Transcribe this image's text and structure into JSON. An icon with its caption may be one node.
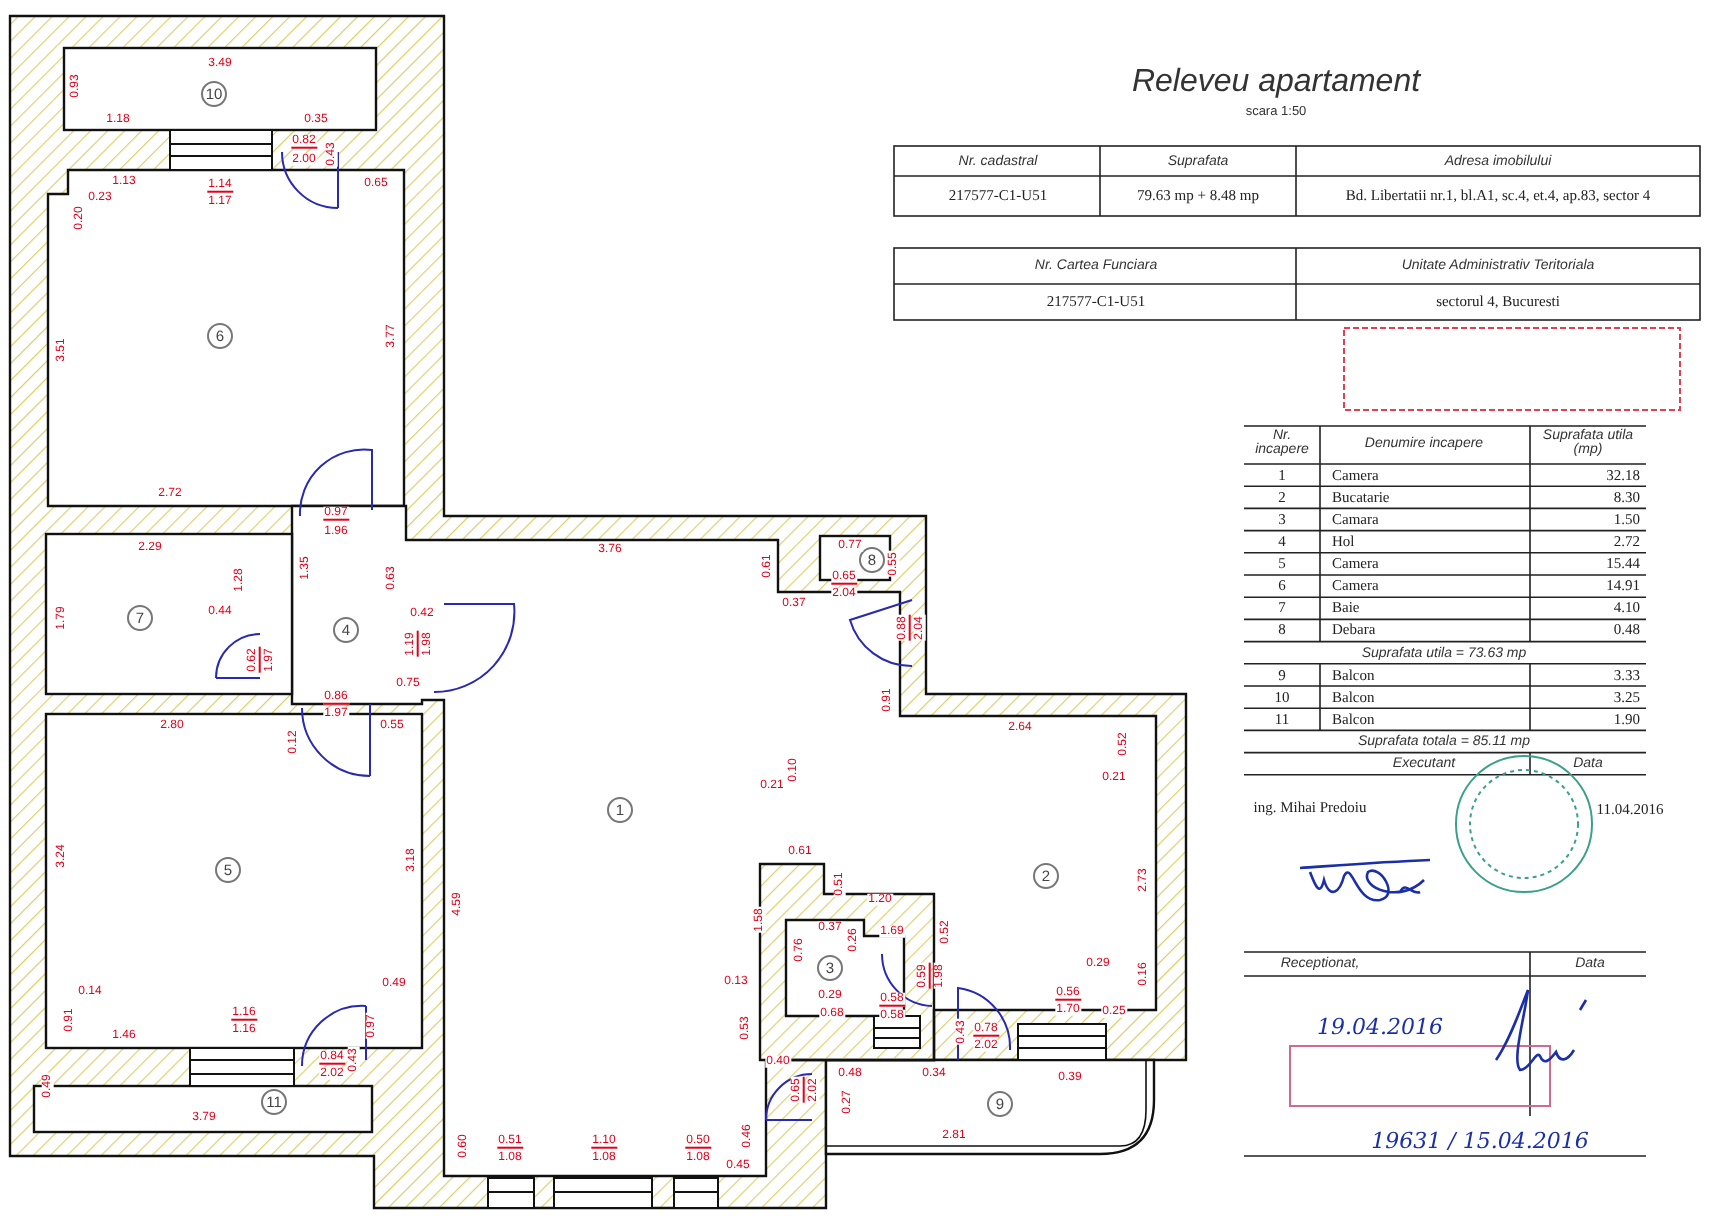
{
  "diagram": {
    "title": "Releveu apartament",
    "labels": [
      "scara 1:50",
      "Nr. cadastral",
      "Suprafata",
      "Adresa imobilului",
      "217577-C1-U51",
      "79.63 mp + 8.48 mp",
      "Bd. Libertatii nr.1, bl.A1, sc.4, et.4, ap.83, sector 4",
      "Nr. Cartea Funciara",
      "Unitate Administrativ Teritoriala",
      "217577-C1-U51",
      "sectorul 4, Bucuresti",
      "Nr. incapere",
      "Denumire incapere",
      "Suprafata utila (mp)",
      "1",
      "Camera",
      "32.18",
      "2",
      "Bucatarie",
      "8.30",
      "3",
      "Camara",
      "1.50",
      "4",
      "Hol",
      "2.72",
      "5",
      "Camera",
      "15.44",
      "6",
      "Camera",
      "14.91",
      "7",
      "Baie",
      "4.10",
      "8",
      "Debara",
      "0.48",
      "Suprafata utila = 73.63 mp",
      "9",
      "Balcon",
      "3.33",
      "10",
      "Balcon",
      "3.25",
      "11",
      "Balcon",
      "1.90",
      "Suprafata totala = 85.11 mp",
      "Executant",
      "Data",
      "ing. Mihai Predoiu",
      "11.04.2016",
      "Receptionat,",
      "Data",
      "19.04.2016",
      "19631 / 15.04.2016",
      "10",
      "6",
      "8",
      "7",
      "4",
      "1",
      "2",
      "5",
      "3",
      "11",
      "9",
      "3.49",
      "0.93",
      "1.18",
      "0.35",
      "0.82",
      "2.00",
      "0.43",
      "1.13",
      "1.14",
      "1.17",
      "0.65",
      "0.23",
      "0.20",
      "3.77",
      "3.51",
      "2.72",
      "0.97",
      "1.96",
      "2.29",
      "3.76",
      "0.77",
      "1.28",
      "1.35",
      "0.63",
      "0.61",
      "0.65",
      "2.04",
      "0.55",
      "1.79",
      "0.44",
      "0.42",
      "0.37",
      "0.88",
      "2.04",
      "1.19",
      "1.98",
      "0.62",
      "1.97",
      "0.75",
      "0.86",
      "1.97",
      "0.91",
      "2.80",
      "0.12",
      "0.55",
      "2.64",
      "0.52",
      "0.21",
      "0.10",
      "0.21",
      "3.24",
      "3.18",
      "0.61",
      "0.51",
      "2.73",
      "4.59",
      "1.20",
      "1.58",
      "0.76",
      "0.37",
      "0.26",
      "1.69",
      "0.52",
      "0.14",
      "0.49",
      "0.13",
      "0.29",
      "0.58",
      "0.58",
      "0.59",
      "1.98",
      "0.56",
      "1.70",
      "0.29",
      "0.16",
      "0.91",
      "1.46",
      "1.16",
      "1.16",
      "0.97",
      "0.53",
      "0.68",
      "0.43",
      "0.78",
      "2.02",
      "0.25",
      "0.49",
      "0.84",
      "2.02",
      "0.43",
      "0.40",
      "0.65",
      "2.02",
      "0.27",
      "0.48",
      "0.34",
      "0.39",
      "3.79",
      "0.60",
      "0.51",
      "1.08",
      "1.10",
      "1.08",
      "0.50",
      "1.08",
      "0.45",
      "0.46",
      "2.81"
    ]
  }
}
